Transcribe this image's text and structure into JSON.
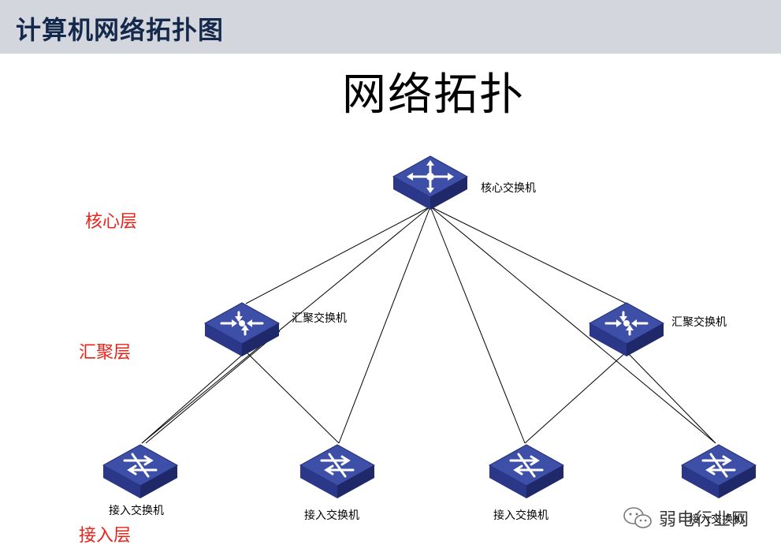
{
  "header": {
    "title": "计算机网络拓扑图"
  },
  "main_title": "网络拓扑",
  "layers": {
    "core": "核心层",
    "aggregation": "汇聚层",
    "access": "接入层"
  },
  "devices": {
    "core_switch": {
      "label": "核心交换机",
      "icon": "core-switch-icon"
    },
    "agg_left": {
      "label": "汇聚交换机",
      "icon": "aggregation-switch-icon"
    },
    "agg_right": {
      "label": "汇聚交换机",
      "icon": "aggregation-switch-icon"
    },
    "access_1": {
      "label": "接入交换机",
      "icon": "access-switch-icon"
    },
    "access_2": {
      "label": "接入交换机",
      "icon": "access-switch-icon"
    },
    "access_3": {
      "label": "接入交换机",
      "icon": "access-switch-icon"
    },
    "access_4": {
      "label": "接入交换机",
      "icon": "access-switch-icon"
    }
  },
  "watermark": {
    "text": "弱电行业网",
    "icon": "wechat-icon"
  },
  "colors": {
    "header_bg": "#d3d6dc",
    "header_text": "#14284b",
    "layer_label": "#e8231a",
    "device_top": "#3d4fa7",
    "device_side": "#26307a"
  }
}
